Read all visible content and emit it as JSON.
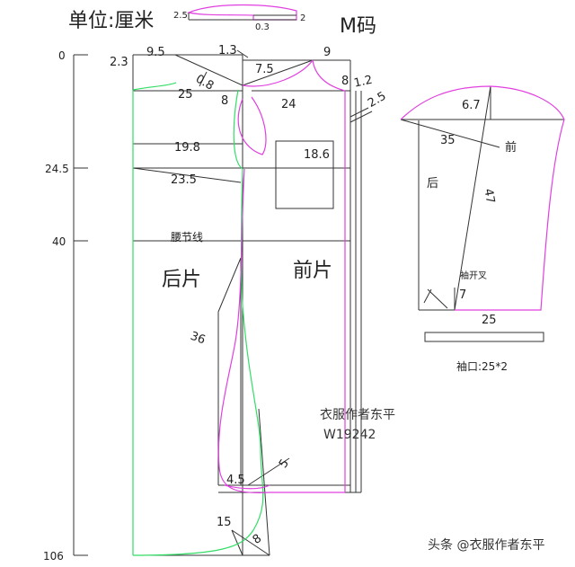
{
  "header": {
    "unit": "单位:厘米",
    "size": "M码",
    "collar_left": "2.5",
    "collar_right": "2",
    "collar_bottom": "0.3"
  },
  "scale": {
    "y0": "0",
    "y1": "24.5",
    "y2": "40",
    "y3": "106"
  },
  "body": {
    "n_2_3": "2.3",
    "n_9_5": "9.5",
    "n_1_3": "1.3",
    "n_9": "9",
    "n_0_8": "0.8",
    "n_7_5": "7.5",
    "n_25a": "25",
    "n_8a": "8",
    "n_8b": "8",
    "n_1_2": "1.2",
    "n_24": "24",
    "n_2_5": "2.5",
    "n_19_8": "19.8",
    "n_18_6": "18.6",
    "n_23_5": "23.5",
    "waist": "腰节线",
    "back_piece": "后片",
    "front_piece": "前片",
    "n_36": "36",
    "n_4_5": "4.5",
    "n_5": "5",
    "n_15": "15",
    "n_8c": "8"
  },
  "credit": {
    "author": "衣服作者东平",
    "code": "W19242"
  },
  "sleeve": {
    "n_6_7": "6.7",
    "n_35": "35",
    "front": "前",
    "back": "后",
    "n_47": "47",
    "slit": "袖开叉",
    "n_7": "7",
    "n_25": "25",
    "cuff": "袖口:25*2"
  },
  "watermark": "头条 @衣服作者东平",
  "colors": {
    "line": "#333333",
    "green": "#33dd66",
    "magenta": "#e040e0"
  }
}
